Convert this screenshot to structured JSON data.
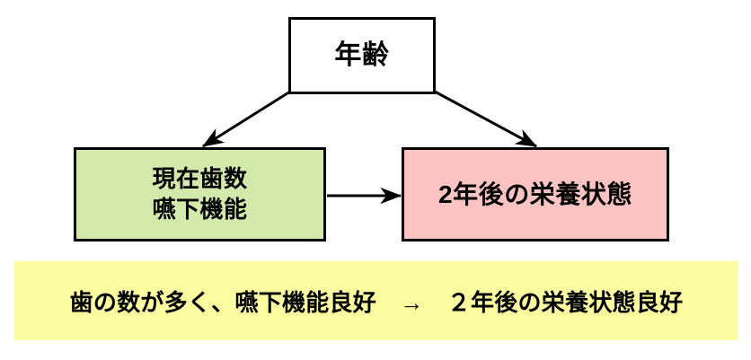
{
  "diagram": {
    "type": "flow-diagram",
    "background_color": "#ffffff",
    "nodes": [
      {
        "id": "age",
        "label": "年齢",
        "fill_color": "#ffffff",
        "border_color": "#000000"
      },
      {
        "id": "oral-function",
        "label": "現在歯数\n嚥下機能",
        "fill_color": "#d3e8ab",
        "border_color": "#000000"
      },
      {
        "id": "nutrition-2years",
        "label": "2年後の栄養状態",
        "fill_color": "#fcc3c3",
        "border_color": "#000000"
      }
    ],
    "edges": [
      {
        "id": "age-to-oral",
        "from": "age",
        "to": "oral-function",
        "style": "solid-arrow",
        "color": "#000000"
      },
      {
        "id": "age-to-nutrition",
        "from": "age",
        "to": "nutrition-2years",
        "style": "solid-arrow",
        "color": "#000000"
      },
      {
        "id": "oral-to-nutrition",
        "from": "oral-function",
        "to": "nutrition-2years",
        "style": "solid-arrow",
        "color": "#000000"
      }
    ]
  },
  "caption": {
    "text": "歯の数が多く、嚥下機能良好　→　２年後の栄養状態良好",
    "background_color": "#fcfca0",
    "text_color": "#000000"
  }
}
